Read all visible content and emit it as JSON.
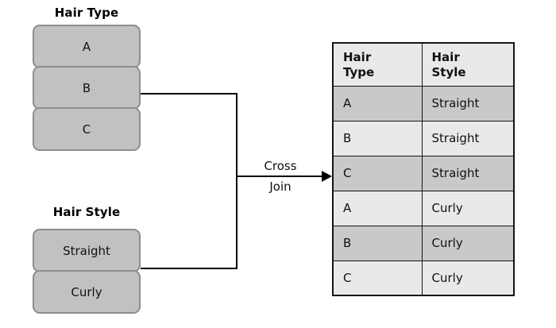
{
  "diagram": {
    "type": "cross-join-illustration",
    "left_groups": [
      {
        "title": "Hair Type",
        "items": [
          "A",
          "B",
          "C"
        ]
      },
      {
        "title": "Hair Style",
        "items": [
          "Straight",
          "Curly"
        ]
      }
    ],
    "connector": {
      "label_lines": [
        "Cross",
        "Join"
      ],
      "label_full": "Cross Join",
      "arrow_direction": "right",
      "arrowhead_icon": "arrow-right-icon"
    },
    "result_table": {
      "headers": [
        {
          "lines": [
            "Hair",
            "Type"
          ],
          "full": "Hair Type"
        },
        {
          "lines": [
            "Hair",
            "Style"
          ],
          "full": "Hair Style"
        }
      ],
      "rows": [
        {
          "hair_type": "A",
          "hair_style": "Straight",
          "shaded": true
        },
        {
          "hair_type": "B",
          "hair_style": "Straight",
          "shaded": false
        },
        {
          "hair_type": "C",
          "hair_style": "Straight",
          "shaded": true
        },
        {
          "hair_type": "A",
          "hair_style": "Curly",
          "shaded": false
        },
        {
          "hair_type": "B",
          "hair_style": "Curly",
          "shaded": true
        },
        {
          "hair_type": "C",
          "hair_style": "Curly",
          "shaded": false
        }
      ],
      "row_count": 6
    },
    "colors": {
      "node_fill": "#c1c1c1",
      "node_border": "#8d8d8d",
      "table_border": "#141414",
      "row_shaded": "#c9c9c9",
      "row_plain": "#e9e9e9",
      "connector_line": "#000000",
      "background": "#ffffff",
      "text": "#111111"
    }
  }
}
